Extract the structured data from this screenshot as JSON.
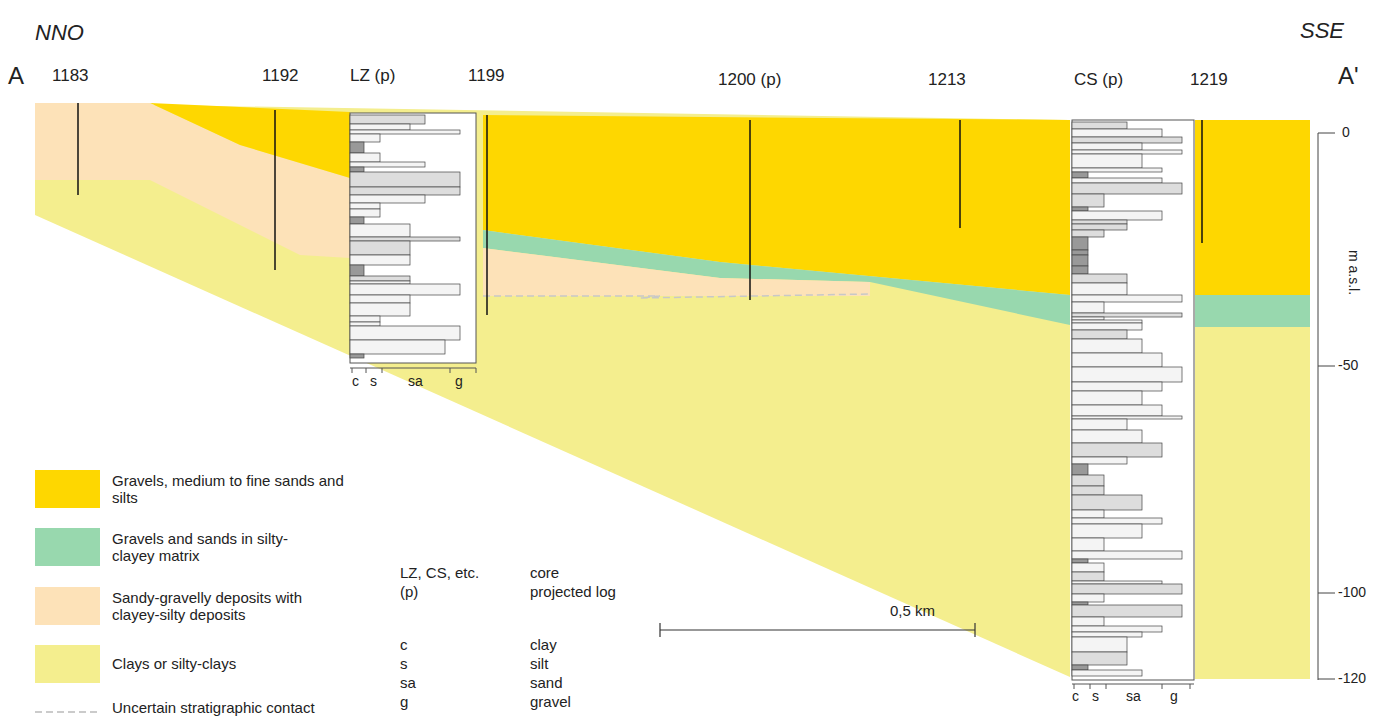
{
  "diagram": {
    "labels": [
      "NNO",
      "SSE",
      "A",
      "A'",
      "1183",
      "1192",
      "LZ (p)",
      "1199",
      "1200 (p)",
      "1213",
      "CS (p)",
      "1219",
      "0",
      "-50",
      "-100",
      "-120",
      "m a.s.l.",
      "c",
      "s",
      "sa",
      "g",
      "c",
      "s",
      "sa",
      "g",
      "LZ, CS, etc.",
      "core",
      "(p)",
      "projected log",
      "c",
      "clay",
      "s",
      "silt",
      "sa",
      "sand",
      "g",
      "gravel",
      "0,5 km"
    ],
    "legend": [
      {
        "text": "Gravels, medium to fine sands and silts",
        "color": "#fed700"
      },
      {
        "text": "Gravels and sands in silty-clayey matrix",
        "color": "#98d8ae"
      },
      {
        "text": "Sandy-gravelly deposits with clayey-silty deposits",
        "color": "#fde2b8"
      },
      {
        "text": "Clays or silty-clays",
        "color": "#f4ee8e"
      },
      {
        "text": "Uncertain stratigraphic contact"
      }
    ]
  }
}
